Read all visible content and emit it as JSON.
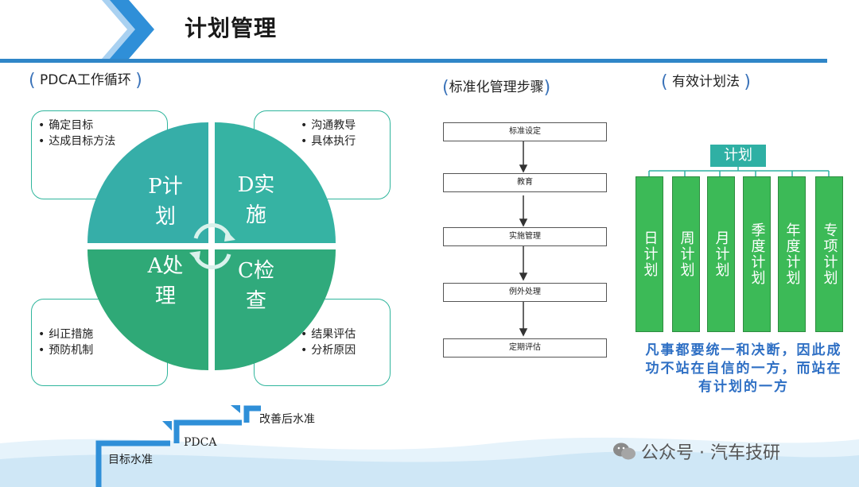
{
  "page_title": "计划管理",
  "pdca": {
    "heading": "PDCA工作循环",
    "quadrants": [
      {
        "key": "p",
        "label": "P计划"
      },
      {
        "key": "d",
        "label": "D实施"
      },
      {
        "key": "a",
        "label": "A处理"
      },
      {
        "key": "c",
        "label": "C检查"
      }
    ],
    "boxes": {
      "top_left": [
        "确定目标",
        "达成目标方法"
      ],
      "top_right": [
        "沟通教导",
        "具体执行"
      ],
      "bottom_left": [
        "纠正措施",
        "预防机制"
      ],
      "bottom_right": [
        "结果评估",
        "分析原因"
      ]
    },
    "colors": {
      "top": "#36aea8",
      "bottom": "#2fa977"
    }
  },
  "standardization": {
    "heading": "标准化管理步骤",
    "steps": [
      "标准设定",
      "教育",
      "实施管理",
      "例外处理",
      "定期评估"
    ]
  },
  "effective_plan": {
    "heading": "有效计划法",
    "root": "计划",
    "items": [
      "日计划",
      "周计划",
      "月计划",
      "季度计划",
      "年度计划",
      "专项计划"
    ],
    "quote": "凡事都要统一和决断，因此成功不站在自信的一方，而站在有计划的一方"
  },
  "stairs": [
    "目标水准",
    "PDCA",
    "改善后水准"
  ],
  "watermark": "公众号 · 汽车技研",
  "accent_color": "#2f86c8"
}
